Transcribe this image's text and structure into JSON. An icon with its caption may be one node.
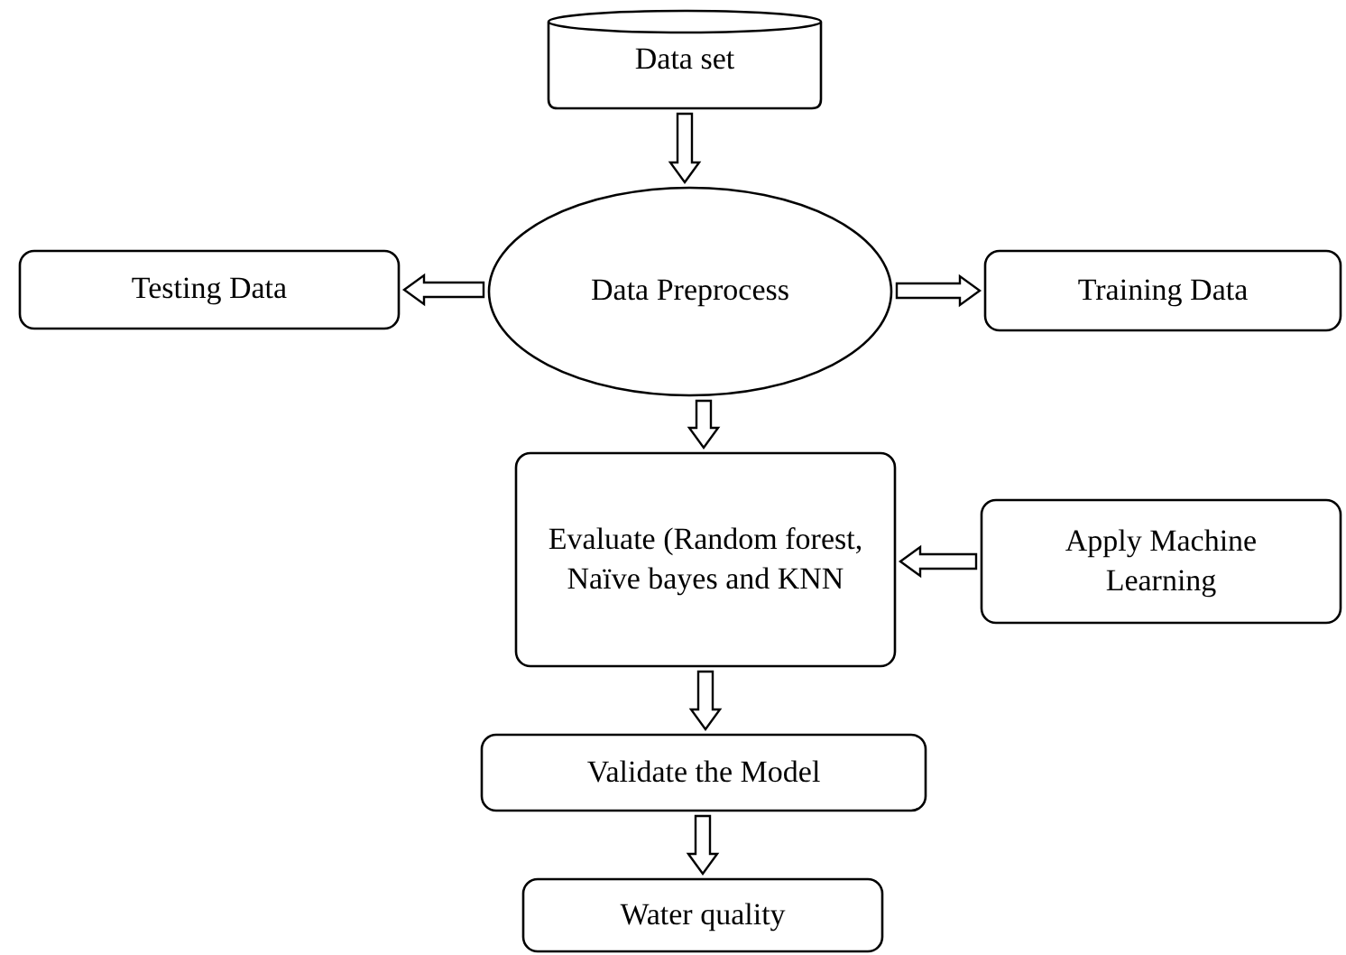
{
  "diagram": {
    "nodes": [
      {
        "text": [
          "Data set"
        ]
      },
      {
        "text": [
          "Data Preprocess"
        ]
      },
      {
        "text": [
          "Testing Data"
        ]
      },
      {
        "text": [
          "Training Data"
        ]
      },
      {
        "text": [
          "Evaluate (Random forest, Naïve bayes and KNN"
        ]
      },
      {
        "text": [
          "Apply Machine Learning"
        ]
      },
      {
        "text": [
          "Validate the Model"
        ]
      },
      {
        "text": [
          "Water quality"
        ]
      }
    ],
    "edges": [
      {
        "from": 0,
        "to": 1,
        "arrow": "to"
      },
      {
        "from": 1,
        "to": 2,
        "arrow": "to"
      },
      {
        "from": 1,
        "to": 3,
        "arrow": "to"
      },
      {
        "from": 1,
        "to": 4,
        "arrow": "to"
      },
      {
        "from": 5,
        "to": 4,
        "arrow": "to"
      },
      {
        "from": 4,
        "to": 6,
        "arrow": "to"
      },
      {
        "from": 6,
        "to": 7,
        "arrow": "to"
      }
    ]
  }
}
